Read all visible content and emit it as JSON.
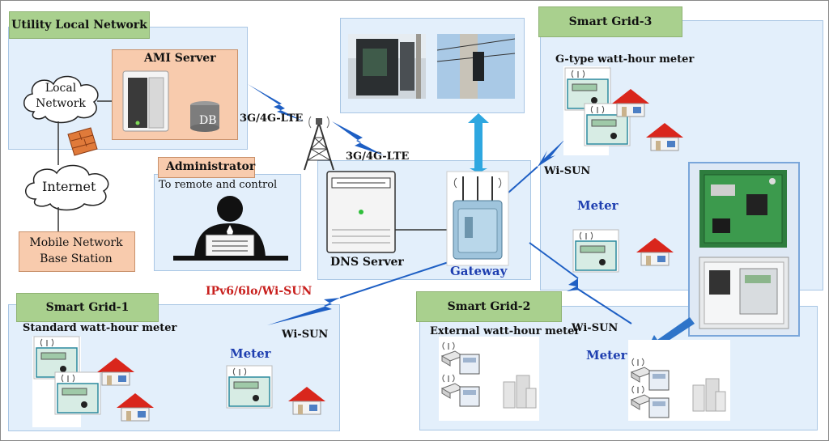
{
  "labels": {
    "utility_local_network": "Utility Local Network",
    "ami_server": "AMI Server",
    "db": "DB",
    "local_network": "Local Network",
    "internet": "Internet",
    "mobile_base_station": "Mobile Network Base Station",
    "administrator": "Administrator",
    "remote_control": "To remote and control",
    "dns_server": "DNS Server",
    "gateway": "Gateway",
    "lte_1": "3G/4G-LTE",
    "lte_2": "3G/4G-LTE",
    "ipv6": "IPv6/6lo/Wi-SUN",
    "wisun_1": "Wi-SUN",
    "wisun_2": "Wi-SUN",
    "wisun_3": "Wi-SUN",
    "smart_grid_1": "Smart Grid-1",
    "smart_grid_2": "Smart Grid-2",
    "smart_grid_3": "Smart Grid-3",
    "standard_meter": "Standard watt-hour meter",
    "external_meter": "External watt-hour meter",
    "gtype_meter": "G-type watt-hour meter",
    "meter_1": "Meter",
    "meter_2": "Meter",
    "meter_3": "Meter"
  },
  "colors": {
    "panel": "#e3effb",
    "tag_green": "#a9d08e",
    "server_orange": "#f8cbad",
    "link_blue": "#1e5fc4",
    "arrow_blue": "#2ea7e0",
    "accent_red": "#c8201e"
  }
}
